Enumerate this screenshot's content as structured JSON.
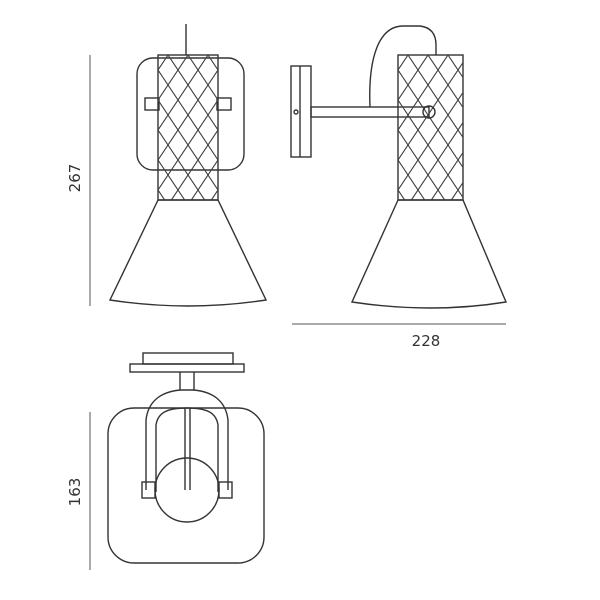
{
  "dimensions": {
    "height_front": "267",
    "width_side": "228",
    "depth_top": "163"
  },
  "colors": {
    "line": "#333333",
    "background": "#ffffff"
  }
}
